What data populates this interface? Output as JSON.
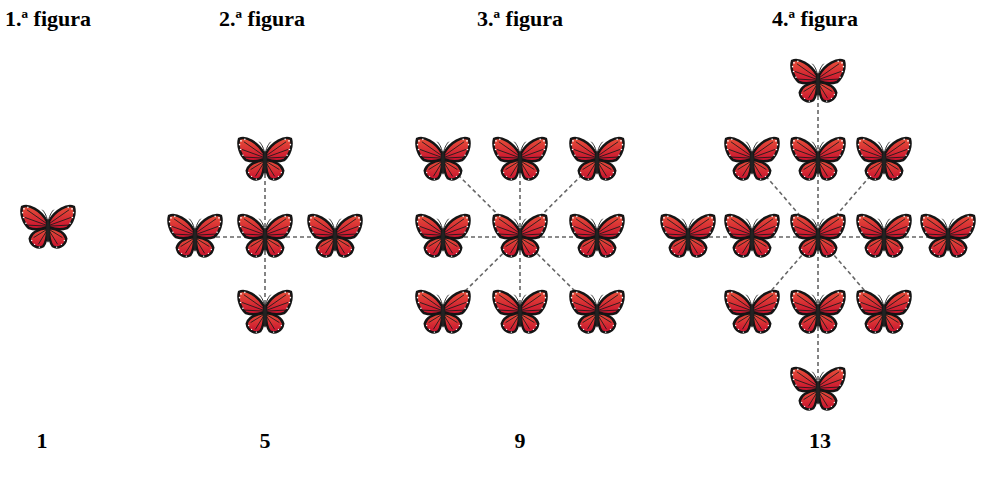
{
  "diagram": {
    "labels": [
      "1.ª figura",
      "2.ª figura",
      "3.ª figura",
      "4.ª figura",
      "1",
      "5",
      "9",
      "13"
    ]
  }
}
